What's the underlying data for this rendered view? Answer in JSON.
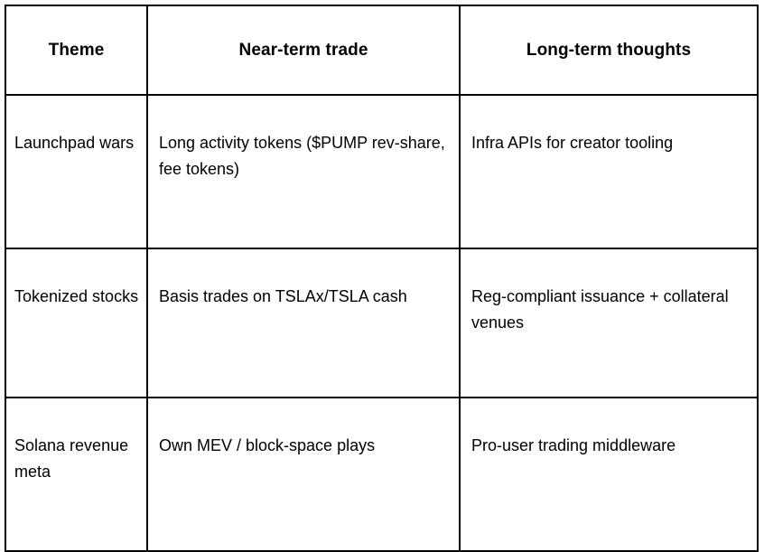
{
  "table": {
    "columns": [
      {
        "key": "theme",
        "header": "Theme"
      },
      {
        "key": "near_term",
        "header": "Near-term trade"
      },
      {
        "key": "long_term",
        "header": "Long-term thoughts"
      }
    ],
    "rows": [
      {
        "theme": "Launchpad wars",
        "near_term": "Long activity tokens ($PUMP rev-share, fee tokens)",
        "long_term": "Infra APIs for creator tooling"
      },
      {
        "theme": "Tokenized stocks",
        "near_term": "Basis trades on TSLAx/TSLA cash",
        "long_term": "Reg-compliant issuance + collateral venues"
      },
      {
        "theme": "Solana revenue meta",
        "near_term": "Own MEV / block-space plays",
        "long_term": "Pro-user trading middleware"
      }
    ]
  },
  "colors": {
    "background": "#ffffff",
    "border": "#000000",
    "text": "#000000"
  }
}
